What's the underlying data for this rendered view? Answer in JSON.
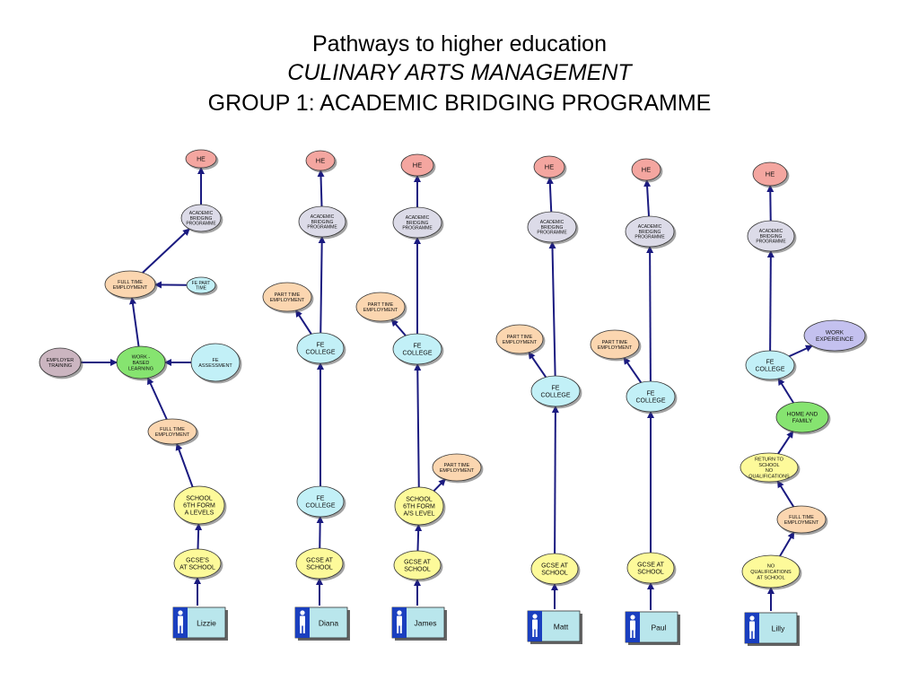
{
  "title": {
    "line1": "Pathways to higher education",
    "line2": "CULINARY ARTS MANAGEMENT",
    "line3": "GROUP 1: ACADEMIC BRIDGING PROGRAMME"
  },
  "colors": {
    "he": "#f4a6a0",
    "bridging": "#dcdbe8",
    "employment": "#fbd6b0",
    "fe": "#c2f0f7",
    "school": "#fdfa9a",
    "work_learning": "#86e46f",
    "home_family": "#86e46f",
    "employer_training": "#cbb5c0",
    "work_experience": "#c4c1ef",
    "arrow": "#1a1a80",
    "person_box": "#b9e6ec",
    "person_icon_bg": "#1a3fbf"
  },
  "pathways": [
    {
      "person": "Lizzie",
      "nodes": [
        {
          "id": "he",
          "lines": [
            "HE"
          ]
        },
        {
          "id": "abp",
          "lines": [
            "ACADEMIC",
            "BRIDGING",
            "PROGRAMME"
          ]
        },
        {
          "id": "fte1",
          "lines": [
            "FULL TIME",
            "EMPLOYMENT"
          ]
        },
        {
          "id": "fept",
          "lines": [
            "FE PART",
            "TIME"
          ]
        },
        {
          "id": "wbl",
          "lines": [
            "WORK -",
            "BASED",
            "LEARNING"
          ]
        },
        {
          "id": "emp_tr",
          "lines": [
            "EMPLOYER",
            "TRAINING"
          ]
        },
        {
          "id": "fe_ass",
          "lines": [
            "FE",
            "ASSESSMENT"
          ]
        },
        {
          "id": "fte2",
          "lines": [
            "FULL TIME",
            "EMPLOYMENT"
          ]
        },
        {
          "id": "sch",
          "lines": [
            "SCHOOL",
            "6TH FORM",
            "A LEVELS"
          ]
        },
        {
          "id": "gcse",
          "lines": [
            "GCSE'S",
            "AT SCHOOL"
          ]
        }
      ]
    },
    {
      "person": "Diana",
      "nodes": [
        {
          "id": "he",
          "lines": [
            "HE"
          ]
        },
        {
          "id": "abp",
          "lines": [
            "ACADEMIC",
            "BRIDGING",
            "PROGRAMME"
          ]
        },
        {
          "id": "pte",
          "lines": [
            "PART TIME",
            "EMPLOYMENT"
          ]
        },
        {
          "id": "fe1",
          "lines": [
            "FE",
            "COLLEGE"
          ]
        },
        {
          "id": "fe2",
          "lines": [
            "FE",
            "COLLEGE"
          ]
        },
        {
          "id": "gcse",
          "lines": [
            "GCSE AT",
            "SCHOOL"
          ]
        }
      ]
    },
    {
      "person": "James",
      "nodes": [
        {
          "id": "he",
          "lines": [
            "HE"
          ]
        },
        {
          "id": "abp",
          "lines": [
            "ACADEMIC",
            "BRIDGING",
            "PROGRAMME"
          ]
        },
        {
          "id": "pte1",
          "lines": [
            "PART TIME",
            "EMPLOYMENT"
          ]
        },
        {
          "id": "fe",
          "lines": [
            "FE",
            "COLLEGE"
          ]
        },
        {
          "id": "pte2",
          "lines": [
            "PART TIME",
            "EMPLOYMENT"
          ]
        },
        {
          "id": "sch",
          "lines": [
            "SCHOOL",
            "6TH FORM",
            "A/S LEVEL"
          ]
        },
        {
          "id": "gcse",
          "lines": [
            "GCSE AT",
            "SCHOOL"
          ]
        }
      ]
    },
    {
      "person": "Matt",
      "nodes": [
        {
          "id": "he",
          "lines": [
            "HE"
          ]
        },
        {
          "id": "abp",
          "lines": [
            "ACADEMIC",
            "BRIDGING",
            "PROGRAMME"
          ]
        },
        {
          "id": "pte",
          "lines": [
            "PART TIME",
            "EMPLOYMENT"
          ]
        },
        {
          "id": "fe",
          "lines": [
            "FE",
            "COLLEGE"
          ]
        },
        {
          "id": "gcse",
          "lines": [
            "GCSE AT",
            "SCHOOL"
          ]
        }
      ]
    },
    {
      "person": "Paul",
      "nodes": [
        {
          "id": "he",
          "lines": [
            "HE"
          ]
        },
        {
          "id": "abp",
          "lines": [
            "ACADEMIC",
            "BRIDGING",
            "PROGRAMME"
          ]
        },
        {
          "id": "pte",
          "lines": [
            "PART TIME",
            "EMPLOYMENT"
          ]
        },
        {
          "id": "fe",
          "lines": [
            "FE",
            "COLLEGE"
          ]
        },
        {
          "id": "gcse",
          "lines": [
            "GCSE AT",
            "SCHOOL"
          ]
        }
      ]
    },
    {
      "person": "Lilly",
      "nodes": [
        {
          "id": "he",
          "lines": [
            "HE"
          ]
        },
        {
          "id": "abp",
          "lines": [
            "ACADEMIC",
            "BRIDGING",
            "PROGRAMME"
          ]
        },
        {
          "id": "wexp",
          "lines": [
            "WORK",
            "EXPEREINCE"
          ]
        },
        {
          "id": "fe",
          "lines": [
            "FE",
            "COLLEGE"
          ]
        },
        {
          "id": "home",
          "lines": [
            "HOME AND",
            "FAMILY"
          ]
        },
        {
          "id": "ret",
          "lines": [
            "RETURN TO",
            "SCHOOL",
            "NO",
            "QUALIFICATIONS"
          ]
        },
        {
          "id": "fte",
          "lines": [
            "FULL TIME",
            "EMPLOYMENT"
          ]
        },
        {
          "id": "noq",
          "lines": [
            "NO",
            "QUALIFICATIONS",
            "AT  SCHOOL"
          ]
        }
      ]
    }
  ]
}
